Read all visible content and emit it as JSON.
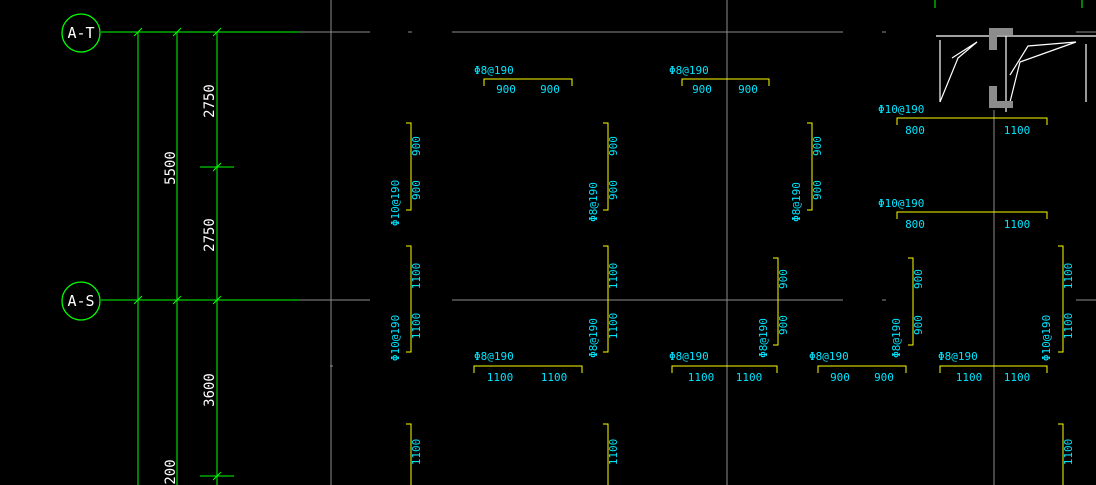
{
  "drawing": {
    "colors": {
      "background": "#000000",
      "grid": "#8c8c8c",
      "dimension": "#00ff00",
      "rebar": "#ffff00",
      "annotation": "#00e5ff",
      "wall": "#ffffff",
      "column": "#8c8c8c"
    },
    "axes": [
      {
        "label": "A-T"
      },
      {
        "label": "A-S"
      }
    ],
    "dimensions": [
      {
        "label": "2750"
      },
      {
        "label": "2750"
      },
      {
        "label": "5500"
      },
      {
        "label": "3600"
      },
      {
        "label": "200"
      }
    ],
    "horizontal_rebars": [
      {
        "spec": "Φ8@190",
        "lengths": [
          "900",
          "900"
        ]
      },
      {
        "spec": "Φ8@190",
        "lengths": [
          "900",
          "900"
        ]
      },
      {
        "spec": "Φ10@190",
        "lengths": [
          "800",
          "1100"
        ]
      },
      {
        "spec": "Φ10@190",
        "lengths": [
          "800",
          "1100"
        ]
      },
      {
        "spec": "Φ8@190",
        "lengths": [
          "1100",
          "1100"
        ]
      },
      {
        "spec": "Φ8@190",
        "lengths": [
          "1100",
          "1100"
        ]
      },
      {
        "spec": "Φ8@190",
        "lengths": [
          "900",
          "900"
        ]
      },
      {
        "spec": "Φ8@190",
        "lengths": [
          "1100",
          "1100"
        ]
      }
    ],
    "vertical_rebars": [
      {
        "spec": "Φ10@190",
        "lengths": [
          "900",
          "900"
        ]
      },
      {
        "spec": "Φ8@190",
        "lengths": [
          "900",
          "900"
        ]
      },
      {
        "spec": "Φ8@190",
        "lengths": [
          "900",
          "900"
        ]
      },
      {
        "spec": "Φ10@190",
        "lengths": [
          "1100",
          "1100"
        ]
      },
      {
        "spec": "Φ8@190",
        "lengths": [
          "1100",
          "1100"
        ]
      },
      {
        "spec": "Φ8@190",
        "lengths": [
          "900",
          "900"
        ]
      },
      {
        "spec": "Φ8@190",
        "lengths": [
          "900",
          "900"
        ]
      },
      {
        "spec": "Φ10@190",
        "lengths": [
          "1100",
          "1100"
        ]
      }
    ],
    "partial_rebars": [
      {
        "lengths": [
          "1100"
        ]
      },
      {
        "lengths": [
          "1100"
        ]
      },
      {
        "lengths": [
          "1100"
        ]
      }
    ]
  }
}
